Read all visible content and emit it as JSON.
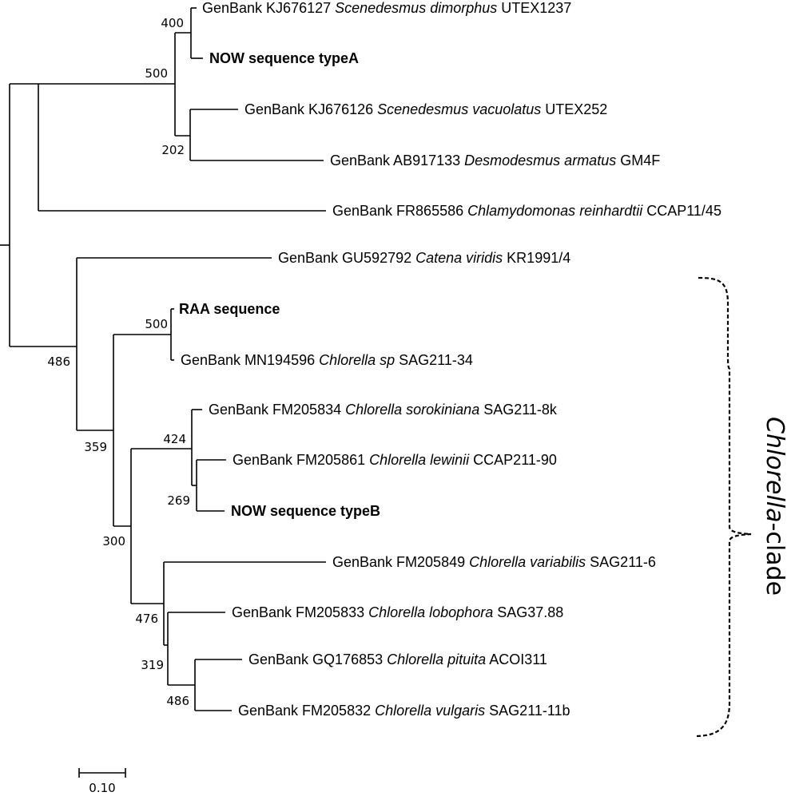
{
  "tree": {
    "taxa": [
      {
        "prefix": "GenBank KJ676127 ",
        "species": "Scenedesmus dimorphus",
        "strain": " UTEX1237",
        "bold": false
      },
      {
        "prefix": "NOW sequence typeA",
        "species": "",
        "strain": "",
        "bold": true
      },
      {
        "prefix": "GenBank KJ676126 ",
        "species": "Scenedesmus vacuolatus",
        "strain": " UTEX252",
        "bold": false
      },
      {
        "prefix": "GenBank AB917133 ",
        "species": "Desmodesmus armatus",
        "strain": " GM4F",
        "bold": false
      },
      {
        "prefix": "GenBank FR865586 ",
        "species": "Chlamydomonas reinhardtii",
        "strain": " CCAP11/45",
        "bold": false
      },
      {
        "prefix": "GenBank GU592792 ",
        "species": "Catena viridis",
        "strain": " KR1991/4",
        "bold": false
      },
      {
        "prefix": "RAA sequence",
        "species": "",
        "strain": "",
        "bold": true
      },
      {
        "prefix": "GenBank MN194596 ",
        "species": "Chlorella sp",
        "strain": " SAG211-34",
        "bold": false
      },
      {
        "prefix": "GenBank FM205834 ",
        "species": "Chlorella sorokiniana",
        "strain": " SAG211-8k",
        "bold": false
      },
      {
        "prefix": "GenBank FM205861 ",
        "species": "Chlorella lewinii",
        "strain": " CCAP211-90",
        "bold": false
      },
      {
        "prefix": "NOW sequence typeB",
        "species": "",
        "strain": "",
        "bold": true
      },
      {
        "prefix": "GenBank FM205849 ",
        "species": "Chlorella variabilis",
        "strain": " SAG211-6",
        "bold": false
      },
      {
        "prefix": "GenBank FM205833 ",
        "species": "Chlorella lobophora",
        "strain": " SAG37.88",
        "bold": false
      },
      {
        "prefix": "GenBank GQ176853 ",
        "species": "Chlorella pituita",
        "strain": " ACOI311",
        "bold": false
      },
      {
        "prefix": "GenBank FM205832 ",
        "species": "Chlorella vulgaris",
        "strain": " SAG211-11b",
        "bold": false
      }
    ],
    "bootstrap": [
      "400",
      "500",
      "202",
      "500",
      "486",
      "424",
      "269",
      "359",
      "300",
      "476",
      "319",
      "486"
    ],
    "scale_label": "0.10",
    "clade_label_italic": "Chlorella",
    "clade_label_suffix": "-clade"
  }
}
